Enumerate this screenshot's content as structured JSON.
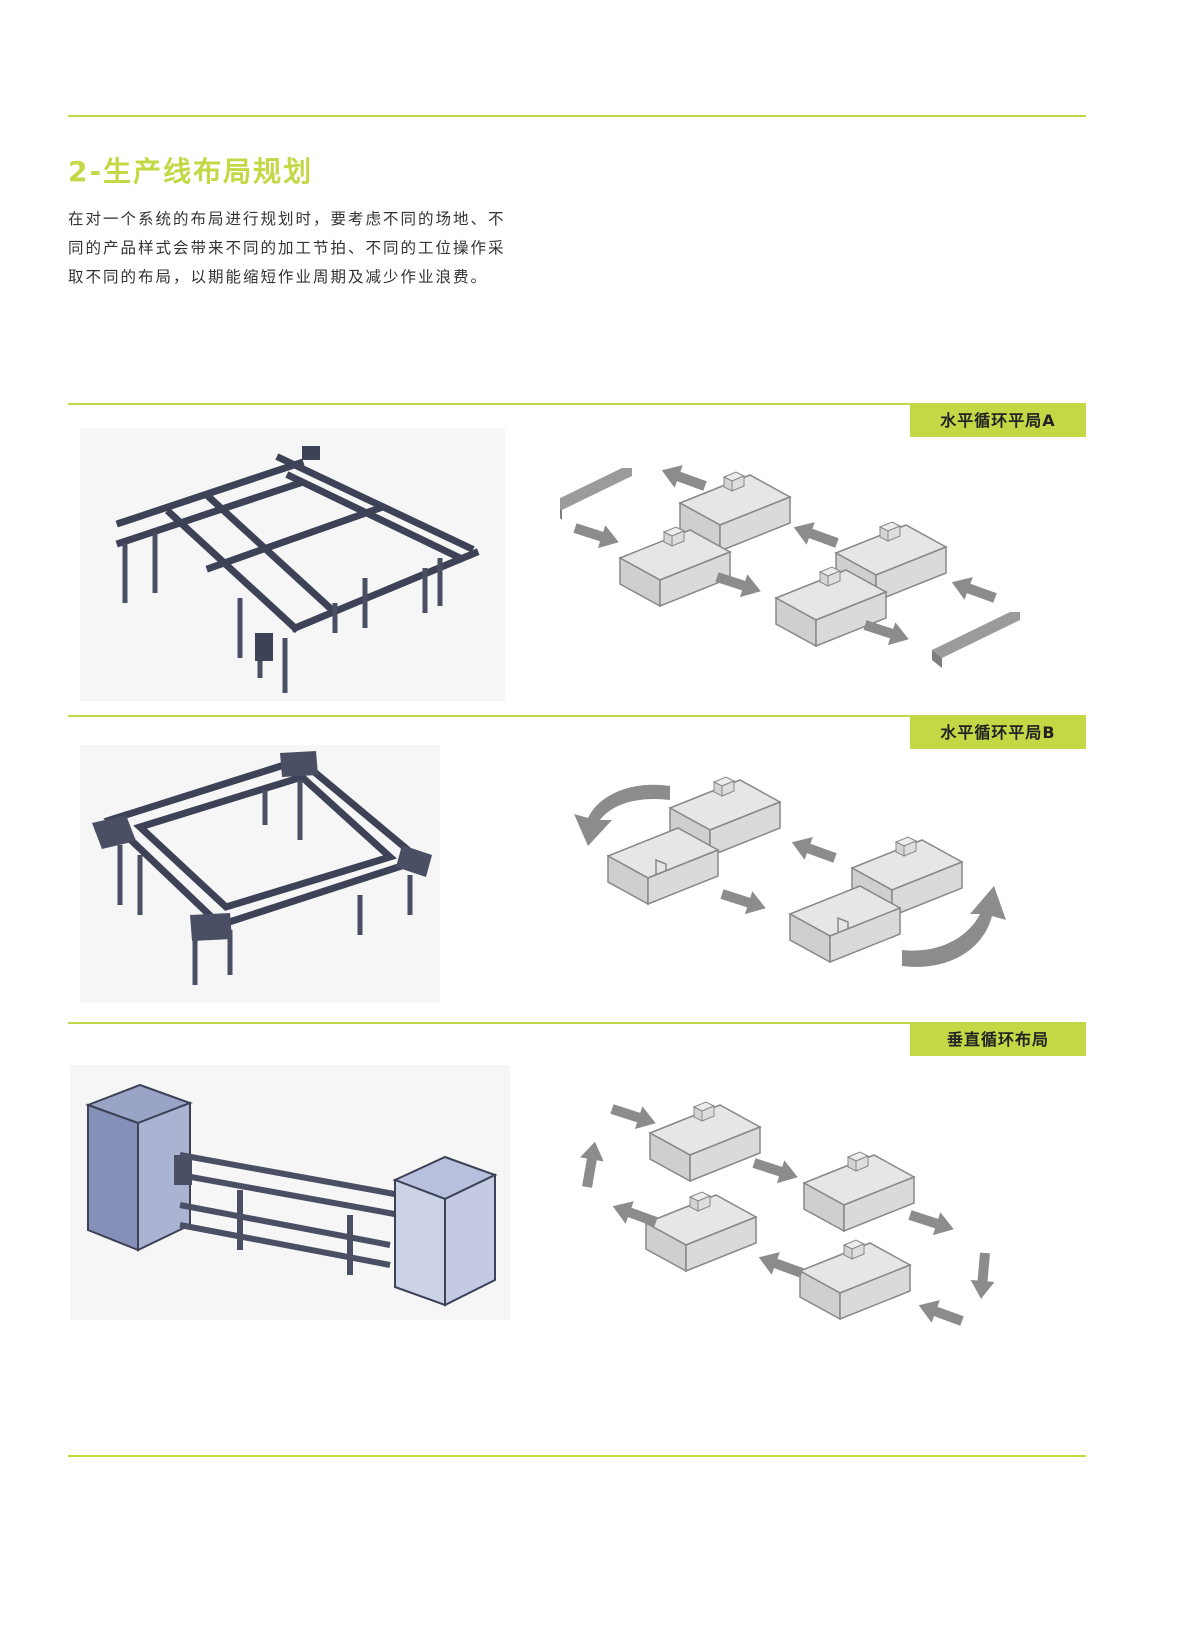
{
  "header": {
    "title": "2-生产线布局规划",
    "intro": "在对一个系统的布局进行规划时，要考虑不同的场地、不同的产品样式会带来不同的加工节拍、不同的工位操作采取不同的布局，以期能缩短作业周期及减少作业浪费。"
  },
  "sections": [
    {
      "label": "水平循环平局A"
    },
    {
      "label": "水平循环平局B"
    },
    {
      "label": "垂直循环布局"
    }
  ],
  "colors": {
    "accent": "#c4d845",
    "frame": "#3d4256",
    "box_fill": "#e3e3e3",
    "box_stroke": "#8a8a8a",
    "arrow": "#8c8c8c"
  }
}
